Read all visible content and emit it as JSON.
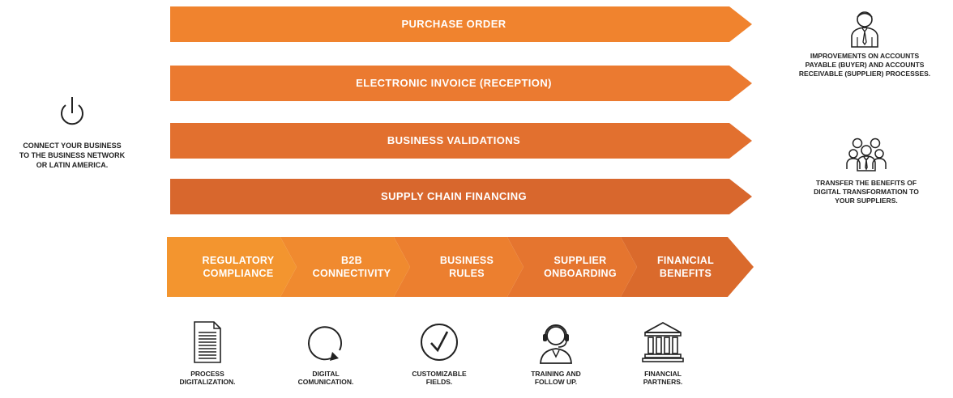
{
  "left": {
    "icon": "power-icon",
    "text_lines": [
      "CONNECT YOUR BUSINESS",
      "TO THE BUSINESS NETWORK",
      "OR LATIN AMERICA."
    ]
  },
  "arrows": [
    {
      "label": "PURCHASE ORDER",
      "color": "#F0832E"
    },
    {
      "label": "ELECTRONIC INVOICE (RECEPTION)",
      "color": "#EB7A30"
    },
    {
      "label": "BUSINESS VALIDATIONS",
      "color": "#E2702F"
    },
    {
      "label": "SUPPLY CHAIN FINANCING",
      "color": "#D8672D"
    }
  ],
  "segments": [
    {
      "lines": [
        "REGULATORY",
        "COMPLIANCE"
      ],
      "color": "#F3952F"
    },
    {
      "lines": [
        "B2B",
        "CONNECTIVITY"
      ],
      "color": "#F08A2F"
    },
    {
      "lines": [
        "BUSINESS",
        "RULES"
      ],
      "color": "#EC7F2F"
    },
    {
      "lines": [
        "SUPPLIER",
        "ONBOARDING"
      ],
      "color": "#E5752F"
    },
    {
      "lines": [
        "FINANCIAL",
        "BENEFITS"
      ],
      "color": "#DA6A2C"
    }
  ],
  "bottom": [
    {
      "icon": "document-icon",
      "lines": [
        "PROCESS",
        "DIGITALIZATION."
      ]
    },
    {
      "icon": "refresh-circle-icon",
      "lines": [
        "DIGITAL",
        "COMUNICATION."
      ]
    },
    {
      "icon": "checkmark-circle-icon",
      "lines": [
        "CUSTOMIZABLE",
        "FIELDS."
      ]
    },
    {
      "icon": "support-agent-icon",
      "lines": [
        "TRAINING AND",
        "FOLLOW UP."
      ]
    },
    {
      "icon": "bank-icon",
      "lines": [
        "FINANCIAL",
        "PARTNERS."
      ]
    }
  ],
  "right": [
    {
      "icon": "businessman-icon",
      "lines": [
        "IMPROVEMENTS ON ACCOUNTS",
        "PAYABLE (BUYER) AND ACCOUNTS",
        "RECEIVABLE  (SUPPLIER) PROCESSES."
      ]
    },
    {
      "icon": "team-icon",
      "lines": [
        "TRANSFER THE BENEFITS OF",
        "DIGITAL TRANSFORMATION TO",
        "YOUR SUPPLIERS."
      ]
    }
  ]
}
